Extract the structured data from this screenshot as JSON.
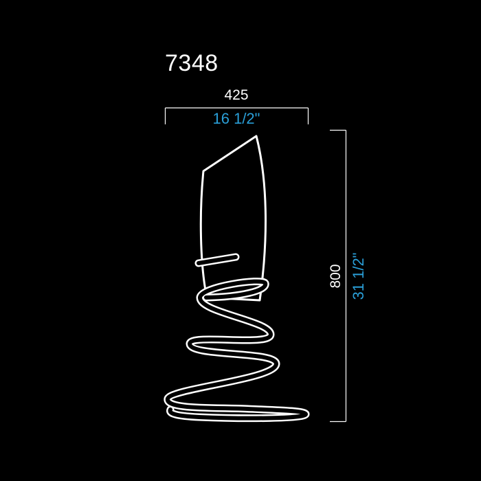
{
  "model_number": "7348",
  "dimensions": {
    "width_mm": "425",
    "width_in": "16 1/2\"",
    "height_mm": "800",
    "height_in": "31 1/2\""
  },
  "colors": {
    "background": "#000000",
    "line": "#ffffff",
    "imperial_text": "#2a9fd8"
  }
}
